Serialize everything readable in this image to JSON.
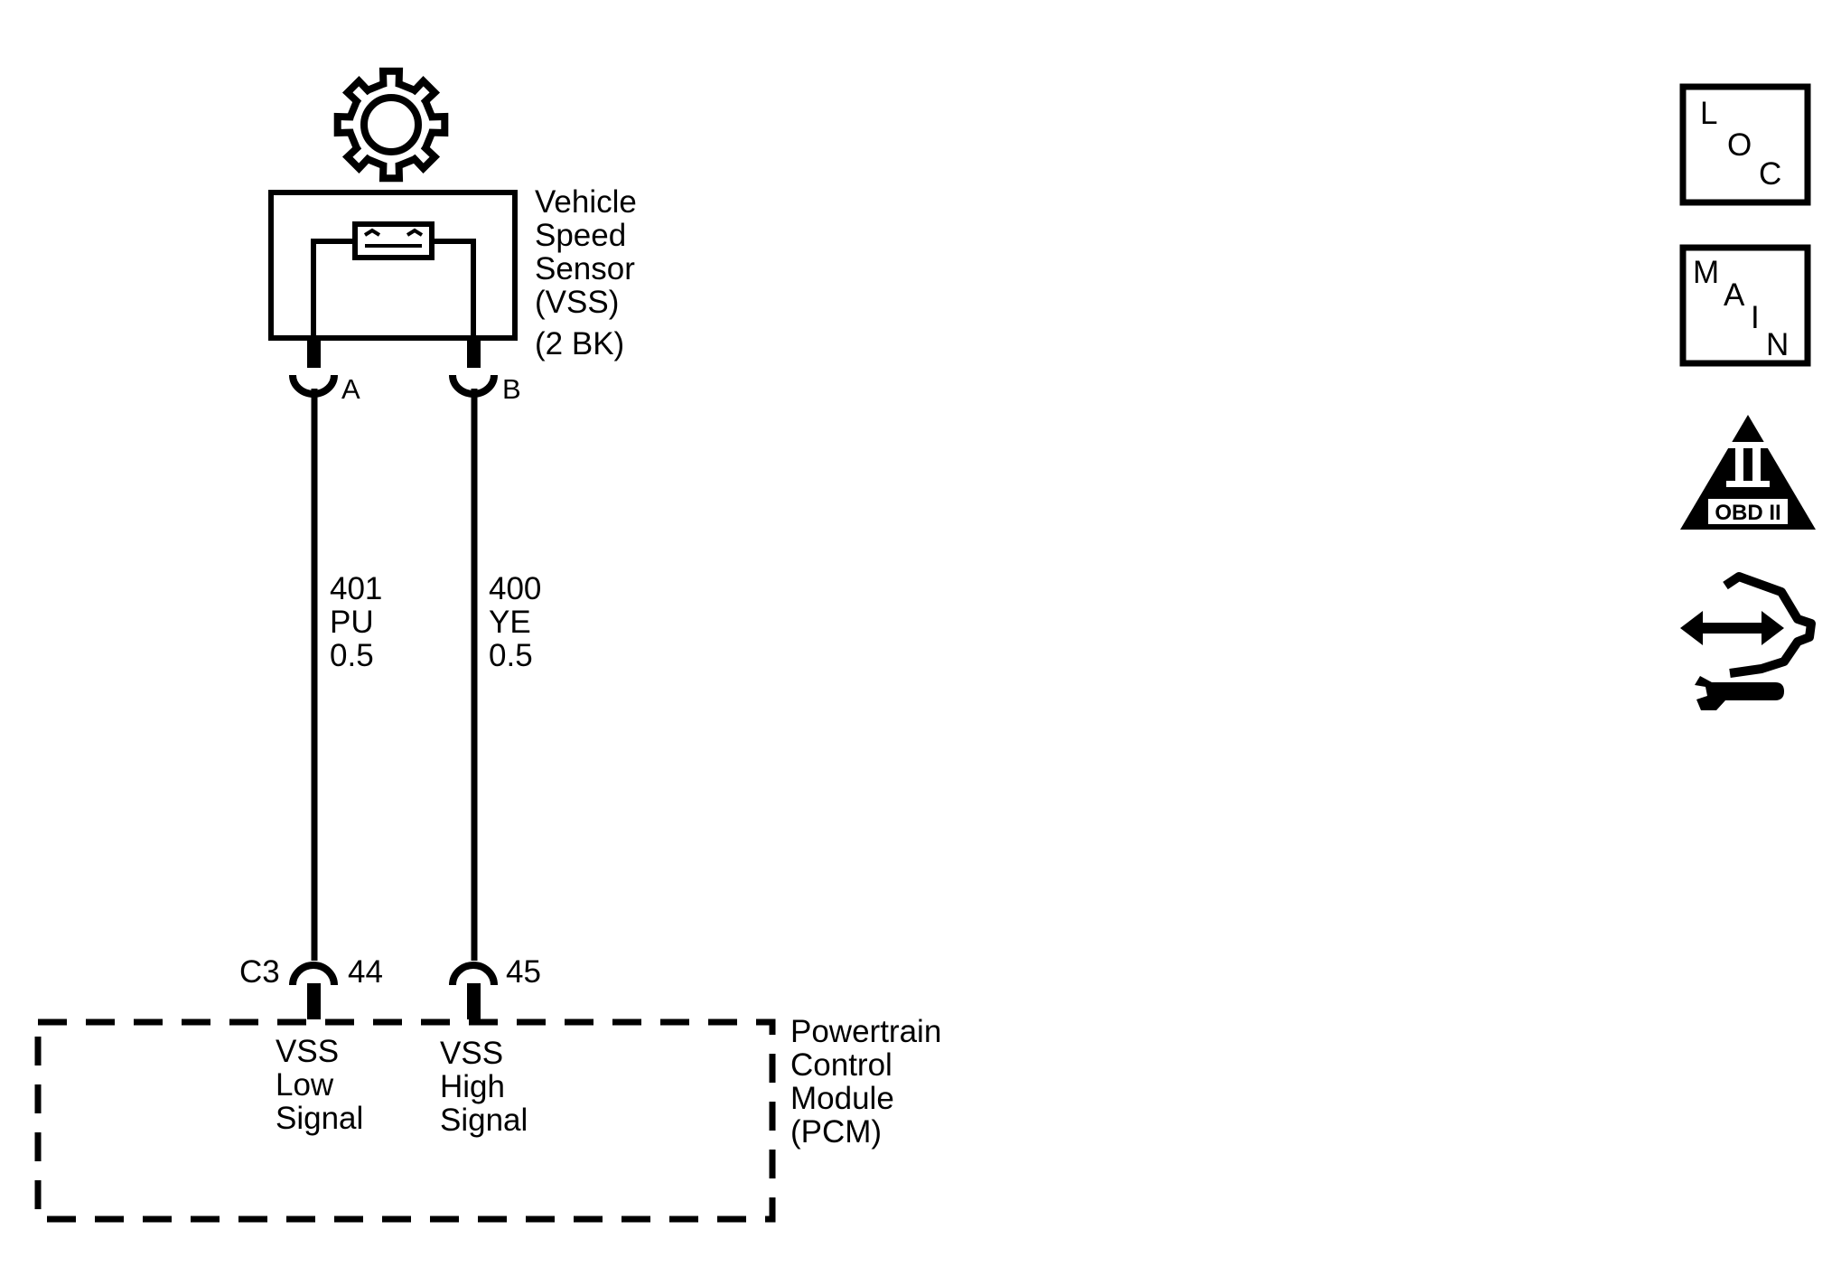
{
  "sensor": {
    "name_lines": [
      "Vehicle",
      "Speed",
      "Sensor",
      "(VSS)",
      "(2 BK)"
    ],
    "pins": {
      "a": "A",
      "b": "B"
    }
  },
  "wires": {
    "low": {
      "circuit": "401",
      "color": "PU",
      "gauge": "0.5"
    },
    "high": {
      "circuit": "400",
      "color": "YE",
      "gauge": "0.5"
    }
  },
  "pcm": {
    "connector": "C3",
    "pin_low": "44",
    "pin_high": "45",
    "low_signal_lines": [
      "VSS",
      "Low",
      "Signal"
    ],
    "high_signal_lines": [
      "VSS",
      "High",
      "Signal"
    ],
    "name_lines": [
      "Powertrain",
      "Control",
      "Module",
      "(PCM)"
    ]
  },
  "side_icons": {
    "loc": {
      "icon": "loc-icon",
      "letters": [
        "L",
        "O",
        "C"
      ]
    },
    "main": {
      "icon": "main-icon",
      "letters": [
        "M",
        "A",
        "I",
        "N"
      ]
    },
    "obd": {
      "icon": "obd-ii-icon",
      "roman": "II",
      "label": "OBD II"
    },
    "connector_repair": {
      "icon": "connector-repair-icon"
    }
  },
  "colors": {
    "ink": "#000000",
    "paper": "#ffffff"
  }
}
